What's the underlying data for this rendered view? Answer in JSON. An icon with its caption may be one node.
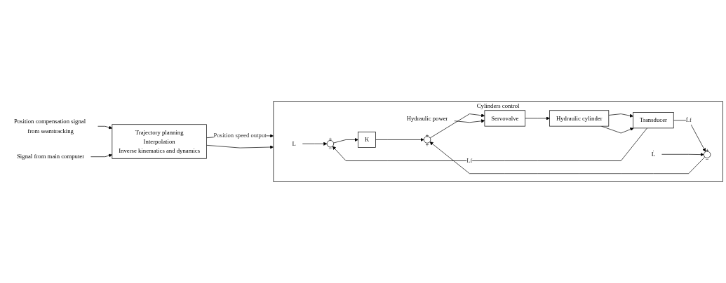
{
  "diagram": {
    "nodes": [
      {
        "text": [
          "Position compensation signal from seamtracking"
        ]
      },
      {
        "text": [
          "Signal from main computer"
        ]
      },
      {
        "text": [
          "Trajectory planning",
          "Interpolation",
          "Inverse kinematics and dynamics"
        ]
      },
      {
        "text": [
          "Cylinders control"
        ]
      },
      {
        "text": [
          "L"
        ],
        "in": 3
      },
      {
        "text": [
          "+",
          "−"
        ],
        "in": 3
      },
      {
        "text": [
          "K"
        ],
        "in": 3
      },
      {
        "text": [
          "+",
          "+"
        ],
        "in": 3
      },
      {
        "text": [
          "Hydraulic power"
        ],
        "in": 3
      },
      {
        "text": [
          "Servovalve"
        ],
        "in": 3
      },
      {
        "text": [
          "Hydraulic cylinder"
        ],
        "in": 3
      },
      {
        "text": [
          "Transducer"
        ],
        "in": 3
      },
      {
        "text": [
          "L̇"
        ],
        "in": 3
      },
      {
        "text": [
          "+",
          "−"
        ],
        "in": 3
      }
    ],
    "edges": [
      {
        "from": 0,
        "to": 2,
        "arrow": "to"
      },
      {
        "from": 1,
        "to": 2,
        "arrow": "to"
      },
      {
        "from": 2,
        "to": 3,
        "arrow": "to",
        "label": "Position speed output"
      },
      {
        "from": 2,
        "to": 3,
        "arrow": "to"
      },
      {
        "from": 4,
        "to": 5,
        "arrow": "to"
      },
      {
        "from": 5,
        "to": 6,
        "arrow": "to"
      },
      {
        "from": 6,
        "to": 7,
        "arrow": "to"
      },
      {
        "from": 7,
        "to": 9,
        "arrow": "to"
      },
      {
        "from": 8,
        "to": 9,
        "arrow": "to"
      },
      {
        "from": 9,
        "to": 10,
        "arrow": "to"
      },
      {
        "from": 10,
        "to": 11,
        "arrow": "to"
      },
      {
        "from": 10,
        "to": 11,
        "arrow": "to"
      },
      {
        "from": 11,
        "to": 5,
        "arrow": "to",
        "label": "Lf"
      },
      {
        "from": 11,
        "to": 13,
        "arrow": "to",
        "label": "L̇f"
      },
      {
        "from": 12,
        "to": 13,
        "arrow": "to"
      },
      {
        "from": 13,
        "to": 7,
        "arrow": "to"
      }
    ]
  }
}
